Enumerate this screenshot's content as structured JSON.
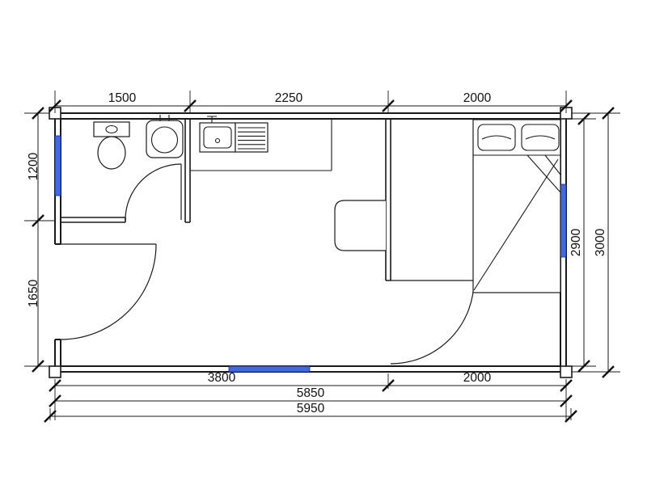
{
  "plan": {
    "title": "floor-plan",
    "colors": {
      "line": "#1a1a1a",
      "window": "#4169e1"
    },
    "dimensions": {
      "top": [
        "1500",
        "2250",
        "2000"
      ],
      "left": [
        "1200",
        "1650"
      ],
      "right": [
        "2900",
        "3000"
      ],
      "bottom_row1": [
        "3800",
        "2000"
      ],
      "bottom_row2": [
        "5850"
      ],
      "bottom_row3": [
        "5950"
      ]
    },
    "rooms": [
      "bathroom",
      "kitchen-living-area",
      "bedroom"
    ],
    "doors": [
      "entrance-door",
      "bathroom-door",
      "bedroom-door"
    ],
    "windows": [
      "left-window",
      "right-window",
      "bottom-window"
    ],
    "fixtures": [
      "toilet",
      "wash-basin",
      "kitchen-sink",
      "drain-board",
      "kitchen-counter",
      "water-heater",
      "bed",
      "pillow",
      "pillow"
    ]
  }
}
